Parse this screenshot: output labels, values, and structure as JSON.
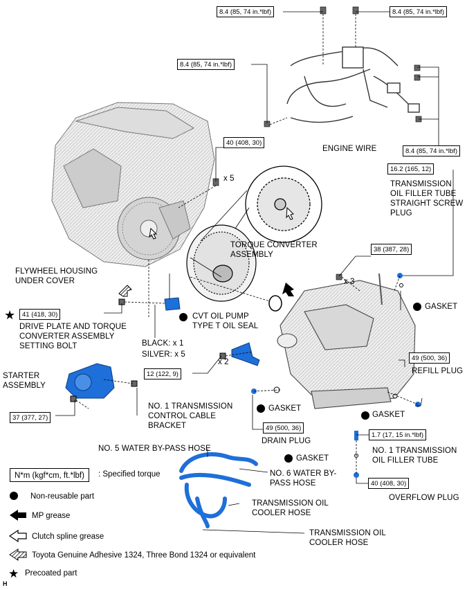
{
  "torques": {
    "t1": "8.4 (85, 74 in.*lbf)",
    "t2": "8.4 (85, 74 in.*lbf)",
    "t3": "8.4 (85, 74 in.*lbf)",
    "t4": "8.4 (85, 74 in.*lbf)",
    "t5": "40 (408, 30)",
    "t6": "16.2 (165, 12)",
    "t7": "38 (387, 28)",
    "t8": "41 (418, 30)",
    "t9": "49 (500, 36)",
    "t10": "12 (122, 9)",
    "t11": "37 (377, 27)",
    "t12": "49 (500, 36)",
    "t13": "1.7 (17, 15 in.*lbf)",
    "t14": "40 (408, 30)"
  },
  "labels": {
    "engine_wire": "ENGINE WIRE",
    "filler_plug_1": "TRANSMISSION",
    "filler_plug_2": "OIL FILLER TUBE",
    "filler_plug_3": "STRAIGHT SCREW",
    "filler_plug_4": "PLUG",
    "torque_conv_1": "TORQUE CONVERTER",
    "torque_conv_2": "ASSEMBLY",
    "flywheel_1": "FLYWHEEL HOUSING",
    "flywheel_2": "UNDER COVER",
    "gasket_a": "GASKET",
    "gasket_b": "GASKET",
    "gasket_c": "GASKET",
    "gasket_d": "GASKET",
    "cvt_seal_1": "CVT OIL PUMP",
    "cvt_seal_2": "TYPE T OIL SEAL",
    "drive_plate_1": "DRIVE PLATE AND TORQUE",
    "drive_plate_2": "CONVERTER ASSEMBLY",
    "drive_plate_3": "SETTING BOLT",
    "black": "BLACK: x 1",
    "silver": "SILVER: x 5",
    "refill_plug": "REFILL PLUG",
    "starter_1": "STARTER",
    "starter_2": "ASSEMBLY",
    "bracket_1": "NO. 1 TRANSMISSION",
    "bracket_2": "CONTROL CABLE",
    "bracket_3": "BRACKET",
    "drain_plug": "DRAIN PLUG",
    "filler_tube_1": "NO. 1 TRANSMISSION",
    "filler_tube_2": "OIL FILLER TUBE",
    "overflow_plug": "OVERFLOW PLUG",
    "hose5": "NO. 5 WATER BY-PASS HOSE",
    "hose6_1": "NO. 6 WATER BY-",
    "hose6_2": "PASS HOSE",
    "cooler1_1": "TRANSMISSION OIL",
    "cooler1_2": "COOLER HOSE",
    "cooler2_1": "TRANSMISSION OIL",
    "cooler2_2": "COOLER HOSE",
    "x5": "x 5",
    "x3": "x 3",
    "x2": "x 2"
  },
  "legend": {
    "spec_box": "N*m (kgf*cm, ft.*lbf)",
    "spec_text": ": Specified torque",
    "non_reusable": "Non-reusable part",
    "mp_grease": "MP grease",
    "clutch_grease": "Clutch spline grease",
    "adhesive": "Toyota Genuine Adhesive 1324, Three Bond 1324 or equivalent",
    "precoated": "Precoated part"
  },
  "corner": "H",
  "colors": {
    "blue_part": "#1e6fd9",
    "line": "#000000",
    "engine_gray": "#8a8a8a"
  },
  "icons": {
    "non_reusable": "filled-circle",
    "mp_grease": "black-arrow",
    "clutch_grease": "outline-arrow",
    "adhesive": "hatched-arrow",
    "precoated": "star"
  }
}
